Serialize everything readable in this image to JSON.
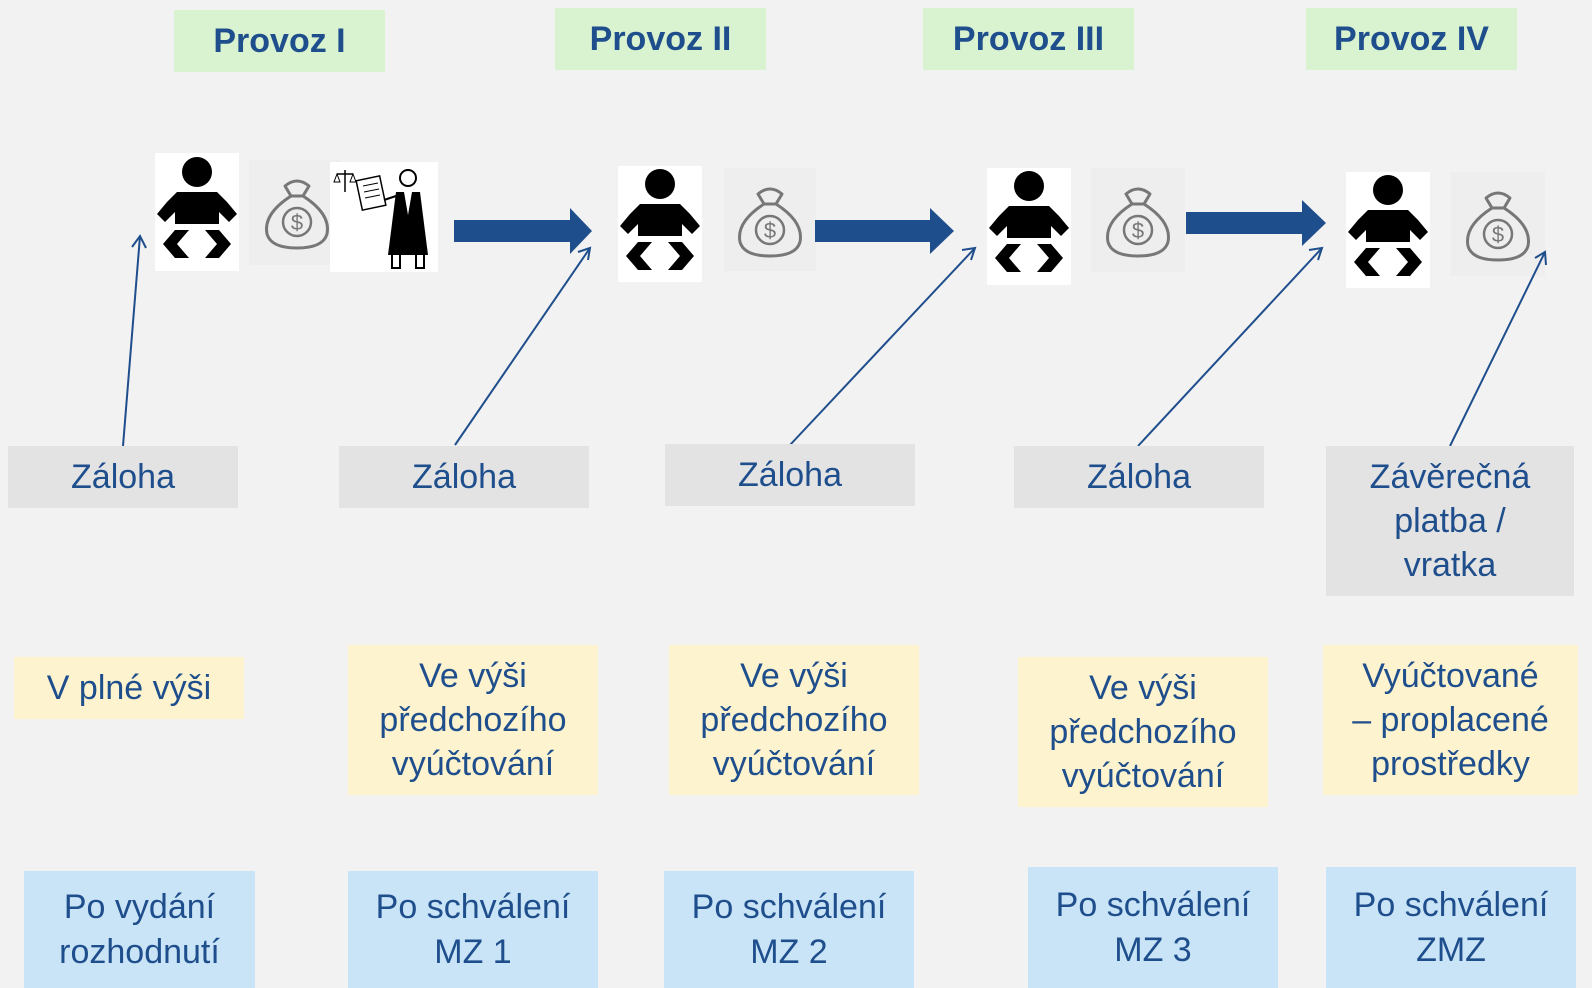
{
  "phases": [
    {
      "header": "Provoz I",
      "payment": "Záloha",
      "amount": "V plné výši",
      "condition": "Po vydání\nrozhodnutí"
    },
    {
      "header": "Provoz II",
      "payment": "Záloha",
      "amount": "Ve výši\npředchozího\nvyúčtování",
      "condition": "Po schválení\nMZ 1"
    },
    {
      "header": "Provoz III",
      "payment": "Záloha",
      "amount": "Ve výši\npředchozího\nvyúčtování",
      "condition": "Po schválení\nMZ 2"
    },
    {
      "header": "Provoz IV",
      "payment": "Záloha",
      "amount": "Ve výši\npředchozího\nvyúčtování",
      "condition": "Po schválení\nMZ 3"
    },
    {
      "header": "",
      "payment": "Závěrečná\nplatba /\nvratka",
      "amount": "Vyúčtované\n– proplacené\nprostředky",
      "condition": "Po schválení\nZMZ"
    }
  ],
  "icons": {
    "baby": "baby-icon",
    "money": "money-bag-icon",
    "judge": "judge-icon",
    "arrow": "flow-arrow-icon"
  },
  "colors": {
    "text": "#1f4e8c",
    "arrow": "#1f4e8c",
    "header_bg": "#d9f2d0",
    "payment_bg": "#e3e3e3",
    "amount_bg": "#fdf3cf",
    "condition_bg": "#c9e4f7"
  }
}
